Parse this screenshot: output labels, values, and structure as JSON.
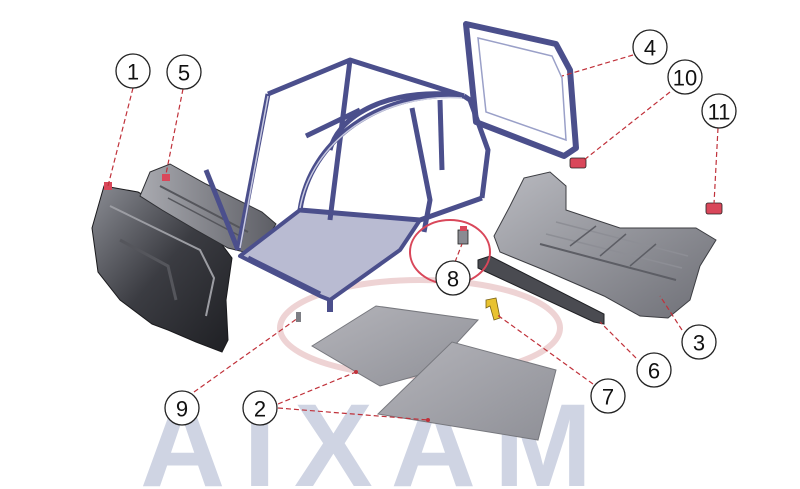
{
  "watermark": {
    "text": "AIXAM"
  },
  "callouts": [
    {
      "id": "1",
      "label": "1"
    },
    {
      "id": "2",
      "label": "2"
    },
    {
      "id": "3",
      "label": "3"
    },
    {
      "id": "4",
      "label": "4"
    },
    {
      "id": "5",
      "label": "5"
    },
    {
      "id": "6",
      "label": "6"
    },
    {
      "id": "7",
      "label": "7"
    },
    {
      "id": "8",
      "label": "8"
    },
    {
      "id": "9",
      "label": "9"
    },
    {
      "id": "10",
      "label": "10"
    },
    {
      "id": "11",
      "label": "11"
    }
  ],
  "colors": {
    "frame": "#4b4f8c",
    "frame_light": "#9aa0c8",
    "panel_dark": "#3a3b40",
    "panel_mid": "#7d7e84",
    "panel_light": "#c4c5c9",
    "leader": "#c0313a",
    "accent_part": "#d9475a",
    "accent_yellow": "#e8c230"
  }
}
